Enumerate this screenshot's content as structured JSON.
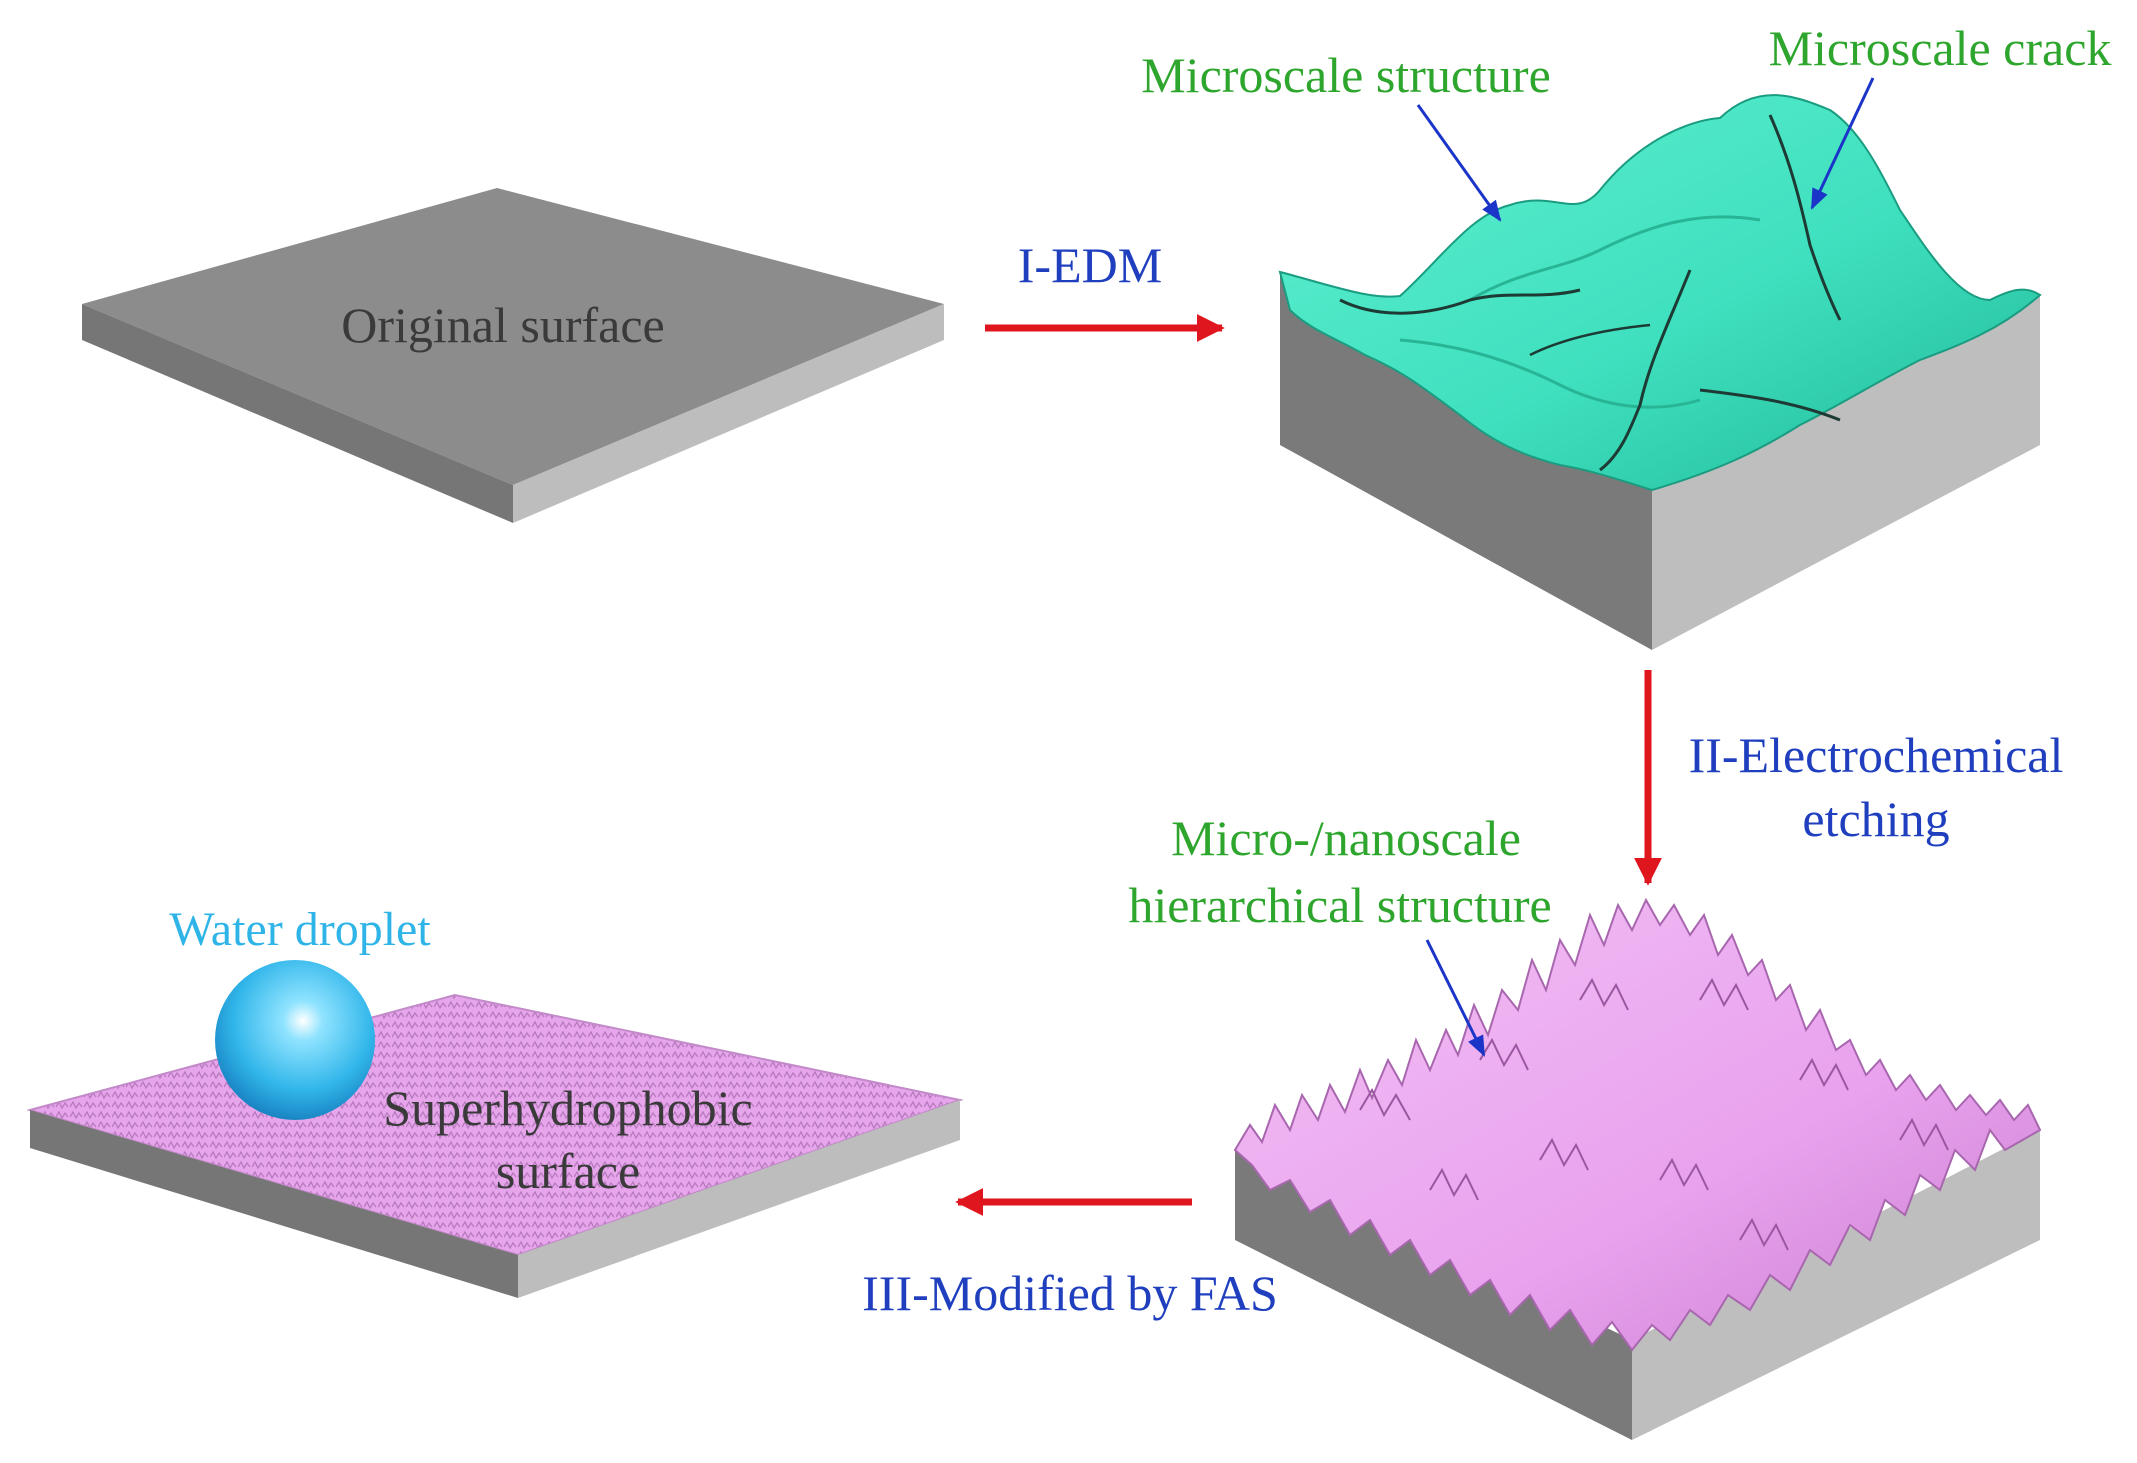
{
  "labels": {
    "original_surface": "Original surface",
    "microscale_structure": "Microscale structure",
    "microscale_crack": "Microscale crack",
    "micro_nano_line1": "Micro-/nanoscale",
    "micro_nano_line2": "hierarchical structure",
    "water_droplet": "Water droplet",
    "superhydrophobic_line1": "Superhydrophobic",
    "superhydrophobic_line2": "surface"
  },
  "steps": {
    "step1": "I-EDM",
    "step2_line1": "II-Electrochemical",
    "step2_line2": "etching",
    "step3": "III-Modified by FAS"
  },
  "colors": {
    "plate_top": "#8c8c8c",
    "plate_front": "#bdbdbd",
    "plate_side": "#7a7a7a",
    "micro_surface": "#3fe0bf",
    "nano_surface": "#e9a2ee",
    "arrow_process": "#e0161e",
    "arrow_pointer": "#1a35c8",
    "droplet": "#31b6ea"
  }
}
